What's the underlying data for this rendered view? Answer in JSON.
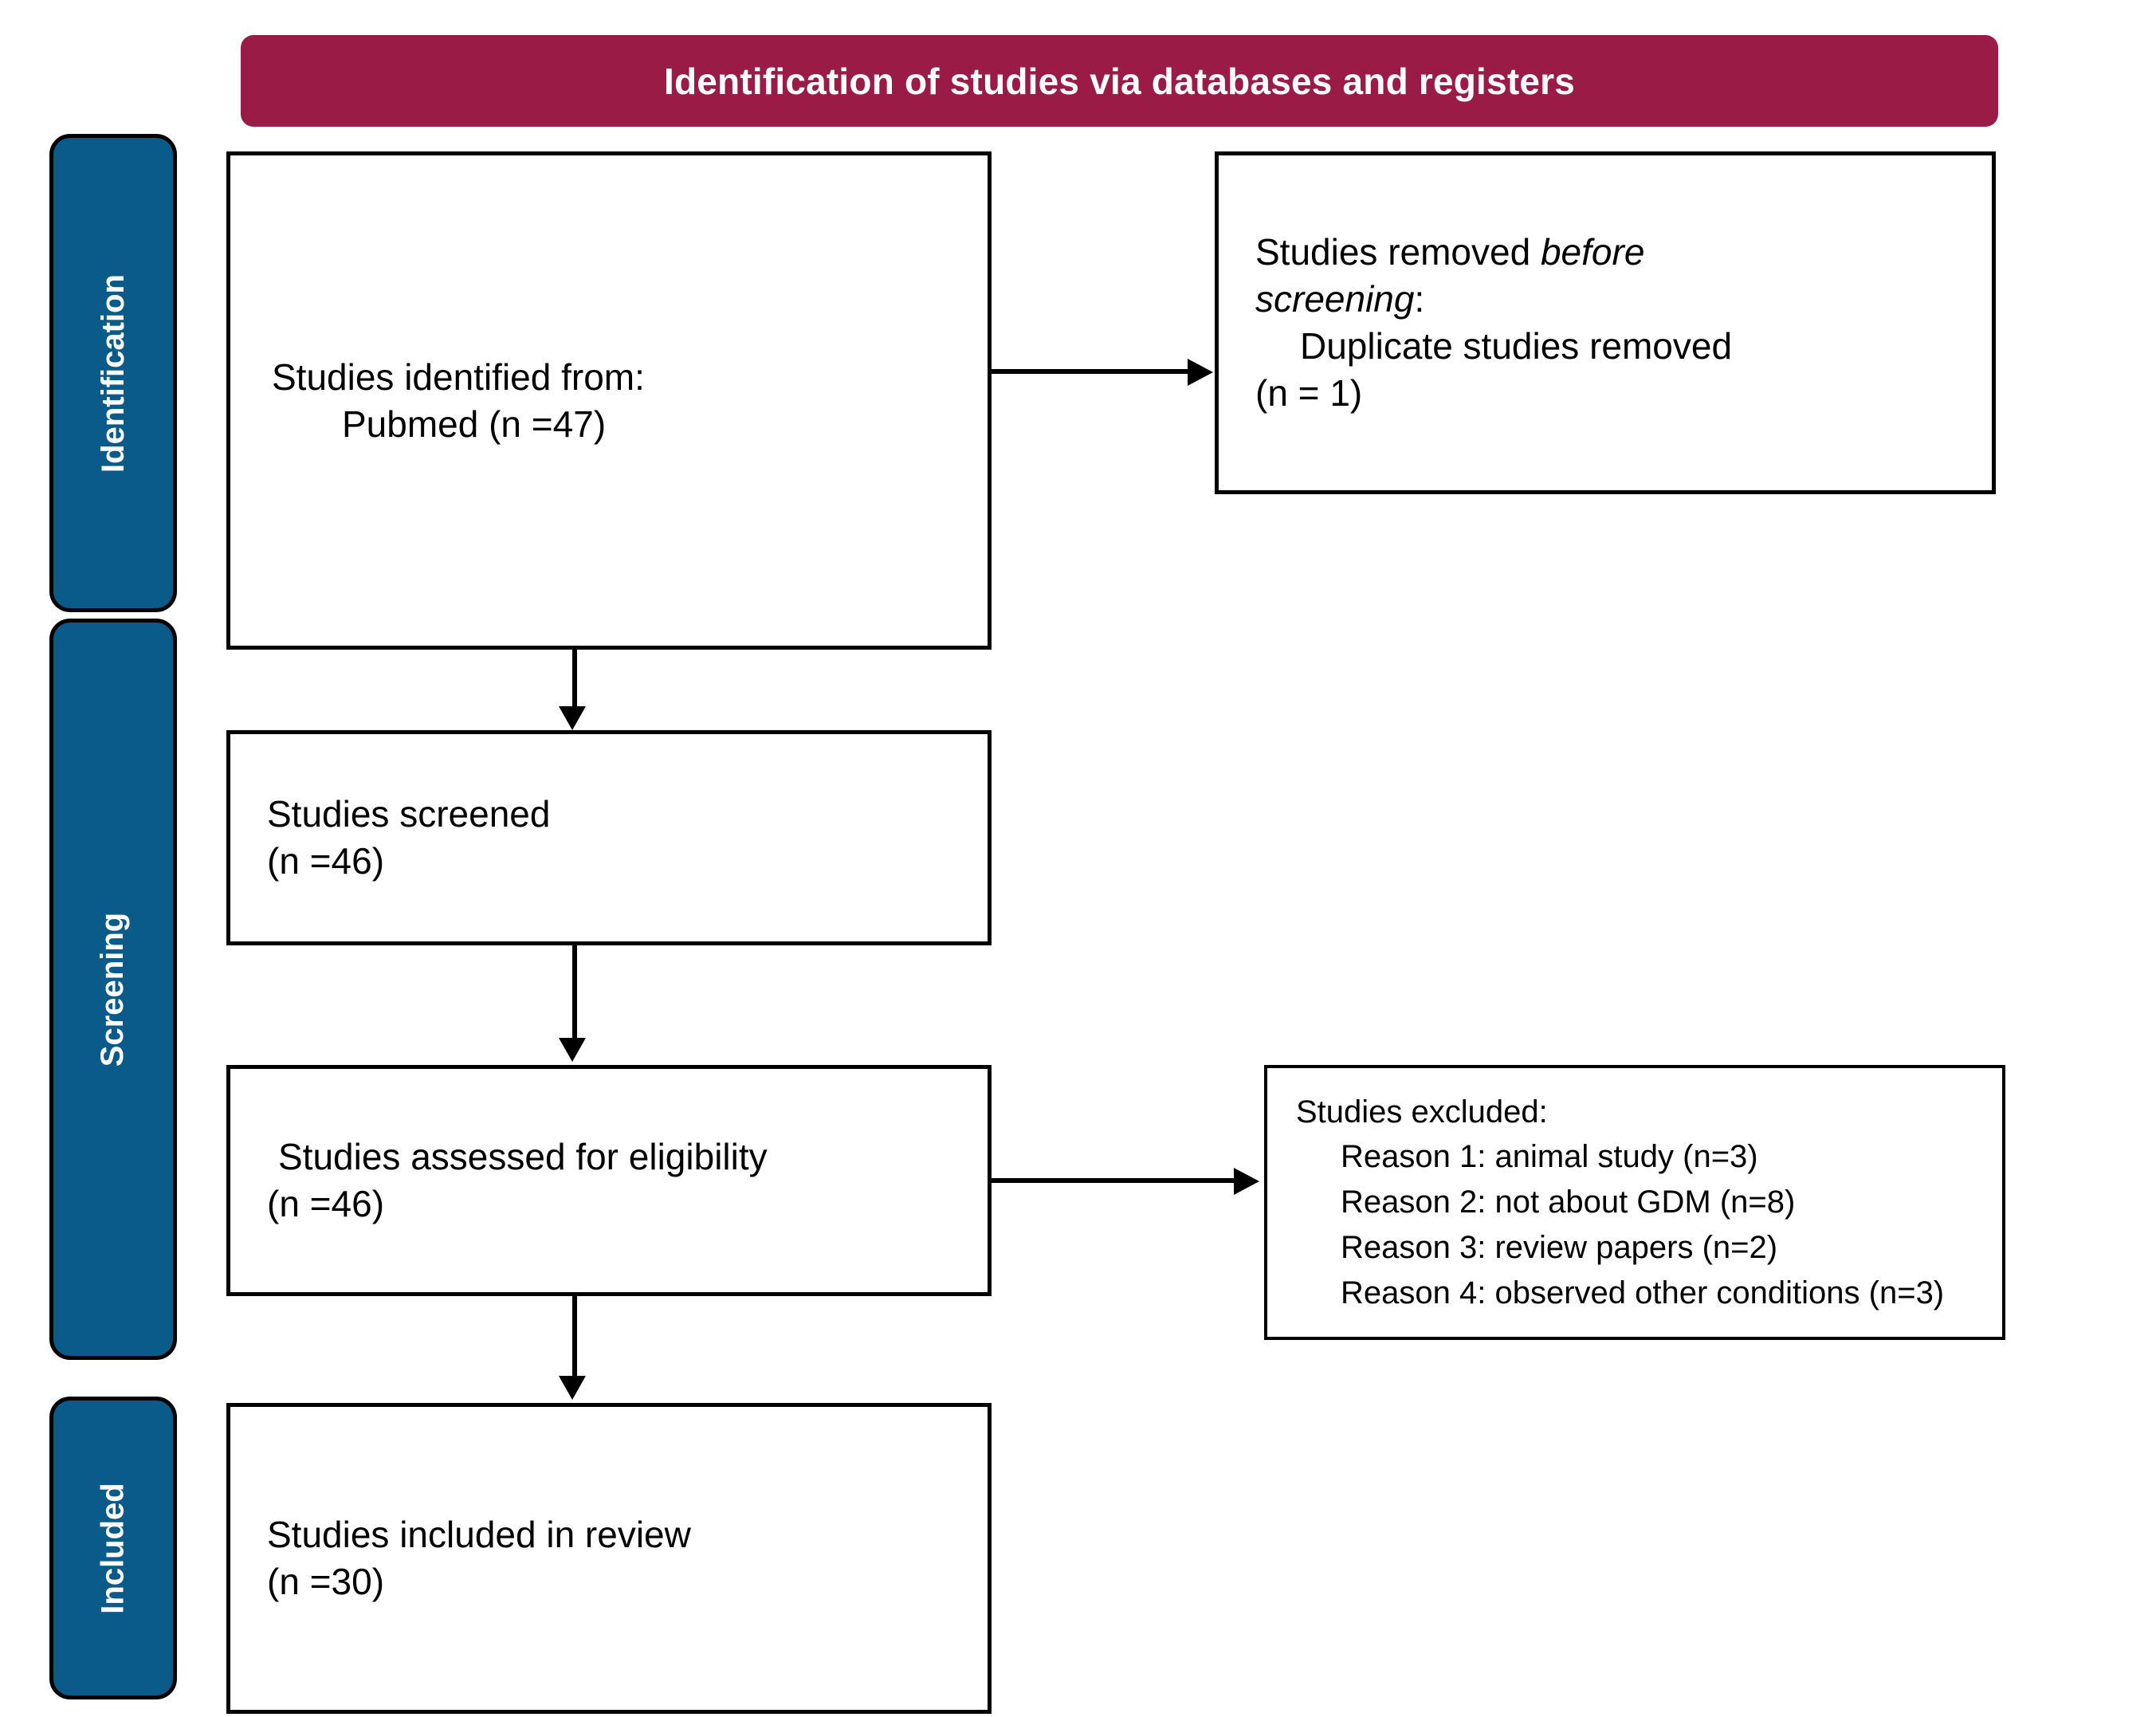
{
  "header": {
    "title": "Identification of studies via databases and registers",
    "background_color": "#9B1B47",
    "text_color": "#FFFFFF"
  },
  "stage_rails": {
    "color": "#0A5B8A",
    "items": [
      {
        "label": "Identification"
      },
      {
        "label": "Screening"
      },
      {
        "label": "Included"
      }
    ]
  },
  "boxes": {
    "identified": {
      "line1": "Studies identified from:",
      "line2": "Pubmed    (n =47)"
    },
    "removed_before_screening": {
      "line1_plain": "Studies removed ",
      "line1_italic": "before",
      "line2_italic": "screening",
      "line2_plain": ":",
      "line3": "Duplicate studies removed",
      "line4": "(n = 1)"
    },
    "screened": {
      "line1": "Studies screened",
      "line2": "(n =46)"
    },
    "eligibility": {
      "line1": "Studies assessed for eligibility",
      "line2": "(n =46)"
    },
    "excluded": {
      "line1": "Studies excluded:",
      "reasons": [
        "Reason 1: animal study (n=3)",
        "Reason 2: not about GDM (n=8)",
        "Reason 3: review papers  (n=2)",
        "Reason 4: observed other conditions  (n=3)"
      ]
    },
    "included": {
      "line1": "Studies included in review",
      "line2": "(n =30)"
    }
  },
  "chart_data": {
    "type": "diagram",
    "title": "Identification of studies via databases and registers",
    "diagram_kind": "PRISMA flow diagram",
    "stages": [
      "Identification",
      "Screening",
      "Included"
    ],
    "nodes": [
      {
        "id": "identified",
        "stage": "Identification",
        "label": "Studies identified from: Pubmed",
        "n": 47
      },
      {
        "id": "removed_before_screening",
        "stage": "Identification",
        "label": "Studies removed before screening: Duplicate studies removed",
        "n": 1
      },
      {
        "id": "screened",
        "stage": "Screening",
        "label": "Studies screened",
        "n": 46
      },
      {
        "id": "eligibility",
        "stage": "Screening",
        "label": "Studies assessed for eligibility",
        "n": 46
      },
      {
        "id": "excluded",
        "stage": "Screening",
        "label": "Studies excluded",
        "reasons": [
          {
            "reason": "Reason 1: animal study",
            "n": 3
          },
          {
            "reason": "Reason 2: not about GDM",
            "n": 8
          },
          {
            "reason": "Reason 3: review papers",
            "n": 2
          },
          {
            "reason": "Reason 4: observed other conditions",
            "n": 3
          }
        ]
      },
      {
        "id": "included",
        "stage": "Included",
        "label": "Studies included in review",
        "n": 30
      }
    ],
    "edges": [
      {
        "from": "identified",
        "to": "removed_before_screening",
        "direction": "right"
      },
      {
        "from": "identified",
        "to": "screened",
        "direction": "down"
      },
      {
        "from": "screened",
        "to": "eligibility",
        "direction": "down"
      },
      {
        "from": "eligibility",
        "to": "excluded",
        "direction": "right"
      },
      {
        "from": "eligibility",
        "to": "included",
        "direction": "down"
      }
    ]
  }
}
